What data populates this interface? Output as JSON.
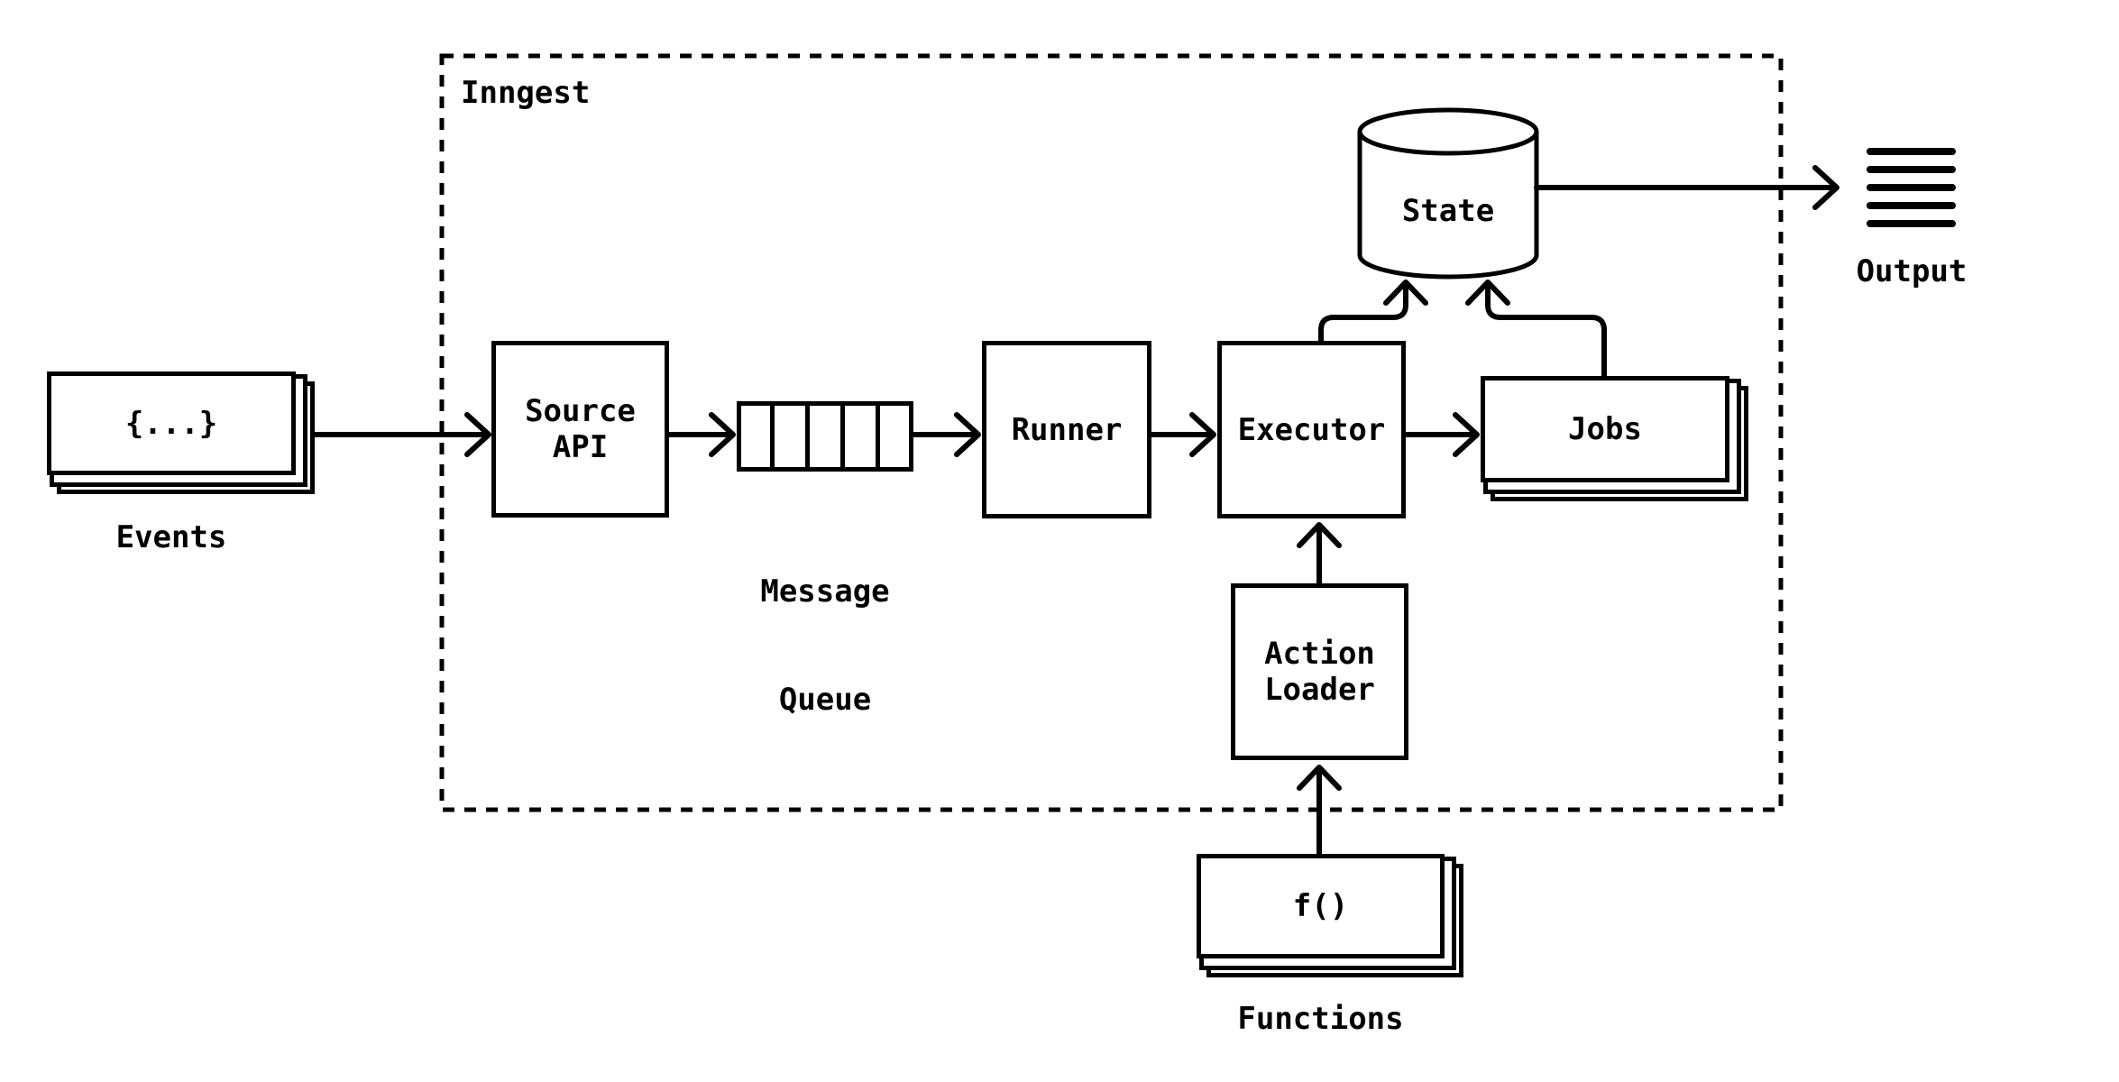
{
  "colors": {
    "ink": "#000000",
    "background": "#ffffff"
  },
  "container": {
    "label": "Inngest"
  },
  "nodes": {
    "events": {
      "glyph": "{...}",
      "label": "Events"
    },
    "source_api": {
      "line1": "Source",
      "line2": "API"
    },
    "message_queue": {
      "line1": "Message",
      "line2": "Queue",
      "divider_count": 4,
      "cell_count": 5
    },
    "runner": {
      "label": "Runner"
    },
    "executor": {
      "label": "Executor"
    },
    "jobs": {
      "label": "Jobs"
    },
    "state": {
      "label": "State"
    },
    "action_loader": {
      "line1": "Action",
      "line2": "Loader"
    },
    "functions": {
      "glyph": "f()",
      "label": "Functions"
    },
    "output": {
      "label": "Output",
      "line_count": 5
    }
  },
  "edges": [
    "Events -> Source API",
    "Source API -> Message Queue",
    "Message Queue -> Runner",
    "Runner -> Executor",
    "Executor -> Jobs",
    "Executor -> State",
    "Jobs -> State",
    "State -> Output",
    "Functions -> Action Loader",
    "Action Loader -> Executor"
  ]
}
